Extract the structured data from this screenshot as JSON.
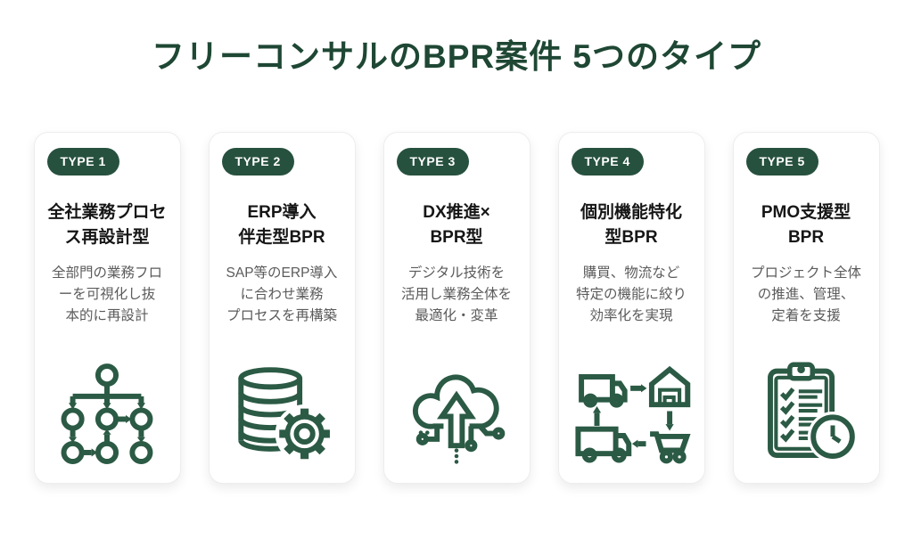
{
  "header": {
    "title": "フリーコンサルのBPR案件 5つのタイプ"
  },
  "colors": {
    "title_green": "#1E4734",
    "badge_green": "#27513F",
    "icon_green": "#2B5A45",
    "card_title_text": "#161616",
    "card_desc_text": "#5B5B5B",
    "card_background": "#FFFFFF",
    "page_background": "#FFFFFF"
  },
  "cards": [
    {
      "badge": "TYPE 1",
      "title": "全社業務プロセ\nス再設計型",
      "description": "全部門の業務フロ\nーを可視化し抜\n本的に再設計",
      "icon": "flowchart-icon"
    },
    {
      "badge": "TYPE 2",
      "title": "ERP導入\n伴走型BPR",
      "description": "SAP等のERP導入\nに合わせ業務\nプロセスを再構築",
      "icon": "database-gear-icon"
    },
    {
      "badge": "TYPE 3",
      "title": "DX推進×\nBPR型",
      "description": "デジタル技術を\n活用し業務全体を\n最適化・変革",
      "icon": "cloud-upload-icon"
    },
    {
      "badge": "TYPE 4",
      "title": "個別機能特化\n型BPR",
      "description": "購買、物流など\n特定の機能に絞り\n効率化を実現",
      "icon": "supply-chain-cycle-icon"
    },
    {
      "badge": "TYPE 5",
      "title": "PMO支援型\nBPR",
      "description": "プロジェクト全体\nの推進、管理、\n定着を支援",
      "icon": "clipboard-clock-icon"
    }
  ]
}
